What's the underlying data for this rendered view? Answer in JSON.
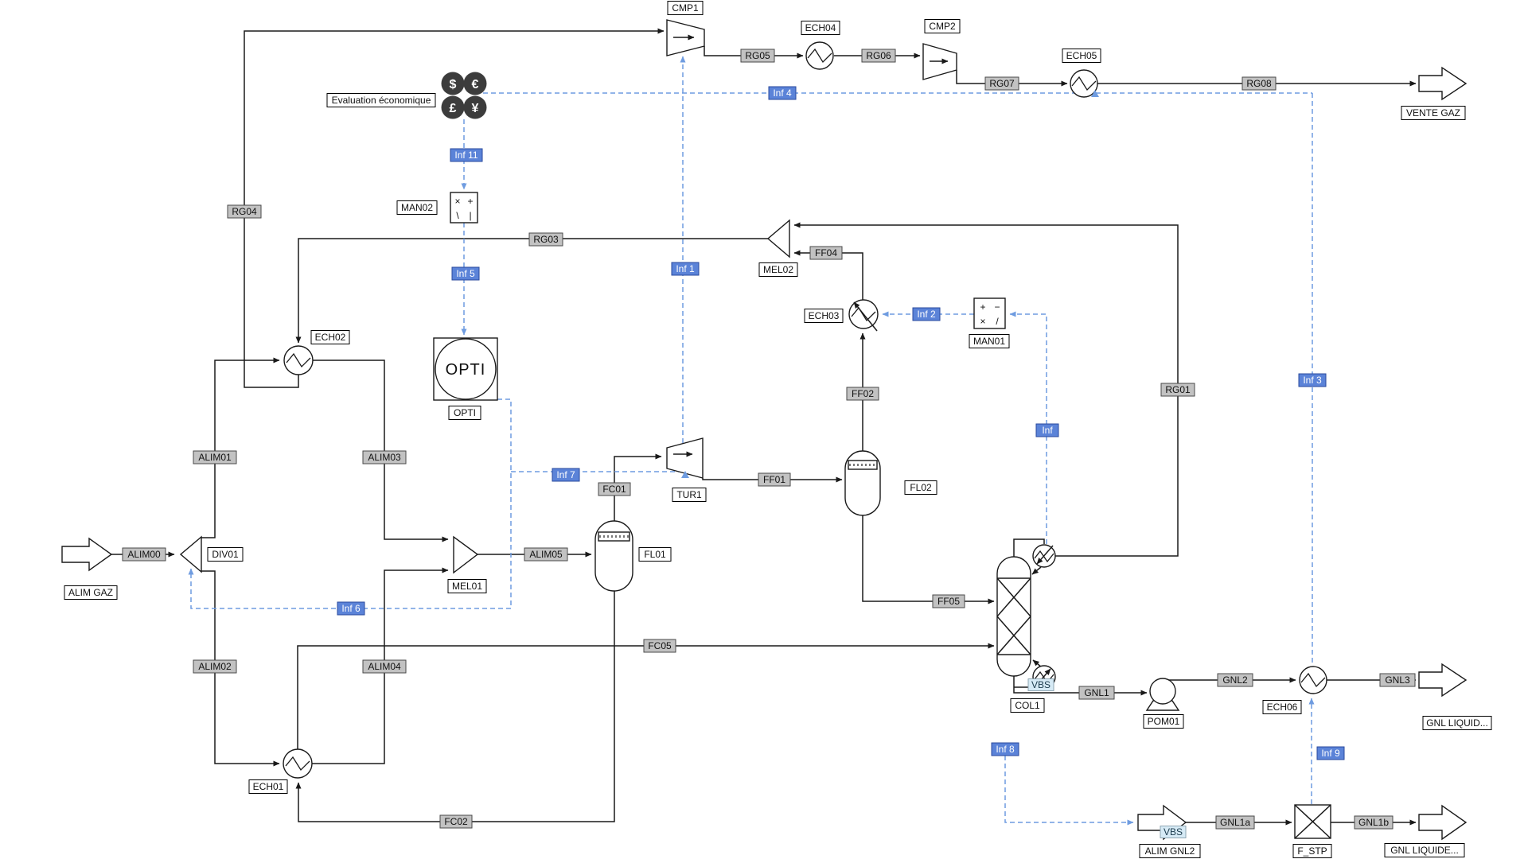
{
  "colors": {
    "background": "#ffffff",
    "line": "#1a1a1a",
    "info_line": "#6f9ce0",
    "stream_label_bg": "#c2c2c2",
    "stream_label_border": "#4a4a4a",
    "equipment_label_bg": "#ffffff",
    "equipment_label_border": "#000000",
    "info_label_bg": "#5b83d8",
    "info_label_border": "#2a4a9e",
    "info_label_text": "#ffffff",
    "vbs_label_bg": "#d6eaf5",
    "vbs_label_border": "#8fa6b2",
    "currency_circle": "#3c3c3c"
  },
  "flowsheet": {
    "equipment": {
      "cmp1": "CMP1",
      "cmp2": "CMP2",
      "tur1": "TUR1",
      "ech01": "ECH01",
      "ech02": "ECH02",
      "ech03": "ECH03",
      "ech04": "ECH04",
      "ech05": "ECH05",
      "ech06": "ECH06",
      "div01": "DIV01",
      "mel01": "MEL01",
      "mel02": "MEL02",
      "man01": "MAN01",
      "man02": "MAN02",
      "fl01": "FL01",
      "fl02": "FL02",
      "col1": "COL1",
      "pom01": "POM01",
      "f_stp": "F_STP",
      "opti": "OPTI"
    },
    "streams": {
      "alim00": "ALIM00",
      "alim01": "ALIM01",
      "alim02": "ALIM02",
      "alim03": "ALIM03",
      "alim04": "ALIM04",
      "alim05": "ALIM05",
      "rg01": "RG01",
      "rg03": "RG03",
      "rg04": "RG04",
      "rg05": "RG05",
      "rg06": "RG06",
      "rg07": "RG07",
      "rg08": "RG08",
      "fc01": "FC01",
      "fc02": "FC02",
      "fc05": "FC05",
      "ff01": "FF01",
      "ff02": "FF02",
      "ff04": "FF04",
      "ff05": "FF05",
      "gnl1": "GNL1",
      "gnl2": "GNL2",
      "gnl3": "GNL3",
      "gnl1a": "GNL1a",
      "gnl1b": "GNL1b"
    },
    "information": {
      "inf1": "Inf 1",
      "inf2": "Inf 2",
      "inf3": "Inf 3",
      "inf4": "Inf 4",
      "inf5": "Inf 5",
      "inf6": "Inf 6",
      "inf7": "Inf 7",
      "inf8": "Inf 8",
      "inf9": "Inf 9",
      "inf11": "Inf 11",
      "inf": "Inf"
    },
    "io": {
      "alim_gaz": "ALIM GAZ",
      "alim_gnl2": "ALIM GNL2",
      "vente_gaz": "VENTE GAZ",
      "gnl_liquid": "GNL LIQUID...",
      "gnl_liquide": "GNL LIQUIDE..."
    },
    "annotations": {
      "evaluation": "Evaluation économique",
      "vbs": "VBS",
      "currencies": [
        "$",
        "€",
        "£",
        "¥"
      ],
      "man01_glyphs": [
        "+",
        "−",
        "×",
        "/"
      ],
      "man02_glyphs": [
        "×",
        "+",
        "\\",
        "|"
      ]
    }
  }
}
